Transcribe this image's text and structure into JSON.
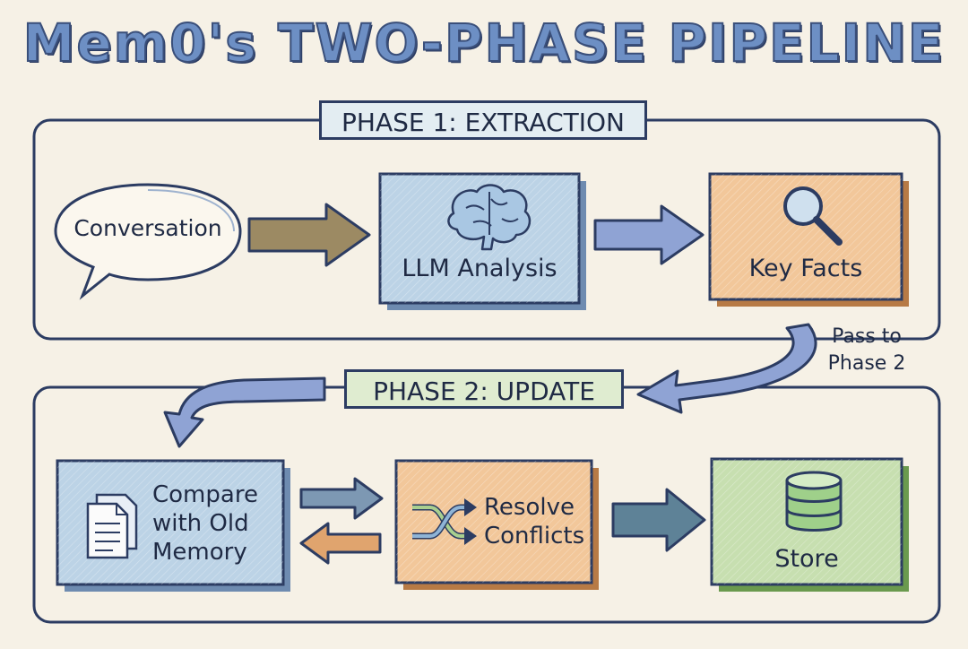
{
  "title": "Mem0's TWO-PHASE PIPELINE",
  "phase1": {
    "label": "PHASE 1: EXTRACTION",
    "nodes": {
      "conversation": "Conversation",
      "llm_analysis": "LLM Analysis",
      "key_facts": "Key Facts"
    }
  },
  "transition_note_line1": "Pass to",
  "transition_note_line2": "Phase 2",
  "phase2": {
    "label": "PHASE 2: UPDATE",
    "nodes": {
      "compare_line1": "Compare",
      "compare_line2": "with Old",
      "compare_line3": "Memory",
      "resolve_line1": "Resolve",
      "resolve_line2": "Conflicts",
      "store": "Store"
    }
  },
  "colors": {
    "ink": "#2c3c62",
    "blue_fill": "#bcd3e6",
    "orange_fill": "#f2c79a",
    "green_fill": "#c7dfb0",
    "arrow_brown": "#9c8a63",
    "arrow_blue": "#8fa3d4",
    "arrow_teal": "#6f93a6",
    "arrow_orange": "#e0a46e"
  },
  "icons": [
    "speech-bubble-icon",
    "brain-icon",
    "magnifier-icon",
    "documents-icon",
    "shuffle-icon",
    "database-icon"
  ]
}
